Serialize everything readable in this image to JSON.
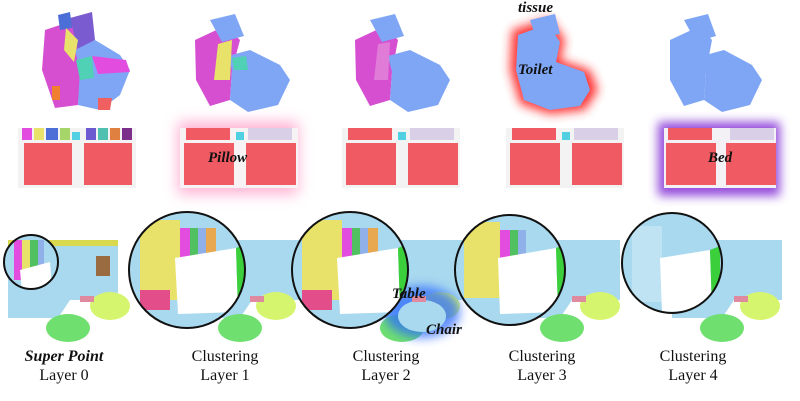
{
  "columns": [
    {
      "line1": "Super Point",
      "line2": "Layer 0"
    },
    {
      "line1": "Clustering",
      "line2": "Layer 1"
    },
    {
      "line1": "Clustering",
      "line2": "Layer 2"
    },
    {
      "line1": "Clustering",
      "line2": "Layer 3"
    },
    {
      "line1": "Clustering",
      "line2": "Layer 4"
    }
  ],
  "annotations": {
    "tissue": "tissue",
    "toilet": "Toilet",
    "pillow": "Pillow",
    "bed": "Bed",
    "table": "Table",
    "chair": "Chair"
  },
  "colors": {
    "toilet_blue": "#7fa6f5",
    "toilet_magenta": "#d64fd1",
    "bed_red": "#ef5a63",
    "floor_blue": "#a9d9ef",
    "highlight_red": "#ff2a2a",
    "highlight_pink": "#ff9ec8",
    "highlight_purple": "#8a3bd8",
    "highlight_blue": "#2f6cff",
    "ball_green": "#6fe06f",
    "ball_lime": "#d6f56e"
  }
}
